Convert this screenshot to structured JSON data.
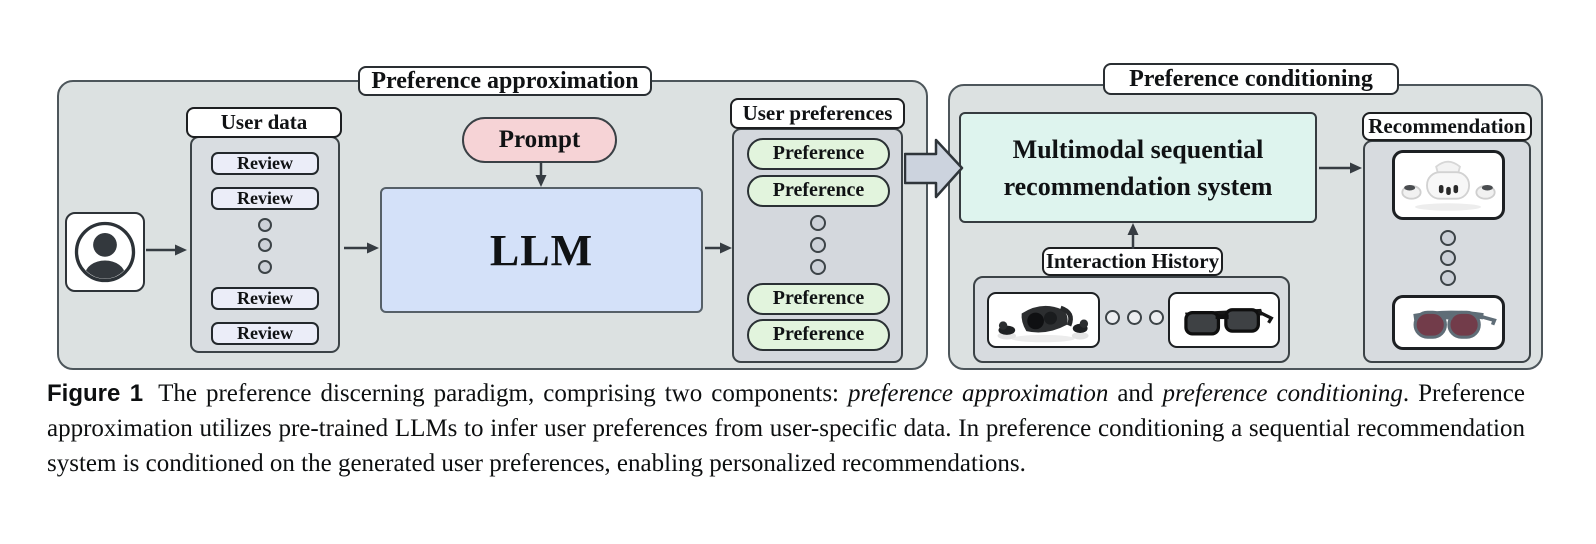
{
  "figure": {
    "preference_approximation": {
      "title": "Preference approximation",
      "user_data": {
        "title": "User data",
        "items": [
          "Review",
          "Review",
          "Review",
          "Review"
        ]
      },
      "prompt_label": "Prompt",
      "llm_label": "LLM",
      "user_preferences": {
        "title": "User preferences",
        "items": [
          "Preference",
          "Preference",
          "Preference",
          "Preference"
        ]
      }
    },
    "preference_conditioning": {
      "title": "Preference conditioning",
      "recommender_label": "Multimodal sequential recommendation system",
      "interaction_history": {
        "title": "Interaction History",
        "images": [
          "dark-vr-headset-with-controllers",
          "dark-sunglasses"
        ]
      },
      "recommendation": {
        "title": "Recommendation",
        "images": [
          "white-vr-headset-with-controllers",
          "red-lens-sunglasses"
        ]
      }
    },
    "icons": {
      "user": "user-avatar-icon",
      "ellipsis": "ellipsis-dots"
    }
  },
  "caption": {
    "label": "Figure 1",
    "segments": [
      {
        "text": "The preference discerning paradigm, comprising two components: ",
        "style": "normal"
      },
      {
        "text": "preference approximation",
        "style": "italic"
      },
      {
        "text": " and ",
        "style": "normal"
      },
      {
        "text": "preference conditioning",
        "style": "italic"
      },
      {
        "text": ". Preference approximation utilizes pre-trained LLMs to infer user preferences from user-specific data. In preference conditioning a sequential recommendation system is conditioned on the generated user preferences, enabling personalized recommendations.",
        "style": "normal"
      }
    ]
  },
  "colors": {
    "panel_bg": "#dce1e1",
    "inner_box_bg": "#d7dbdf",
    "prompt_pink": "#f6d3d6",
    "llm_blue": "#d4e1f9",
    "review_lavender": "#ebedf8",
    "preference_green": "#e2f4dd",
    "recommender_mint": "#def4ee",
    "arrow_gray": "#363c42",
    "block_arrow_fill": "#ccd3de"
  }
}
